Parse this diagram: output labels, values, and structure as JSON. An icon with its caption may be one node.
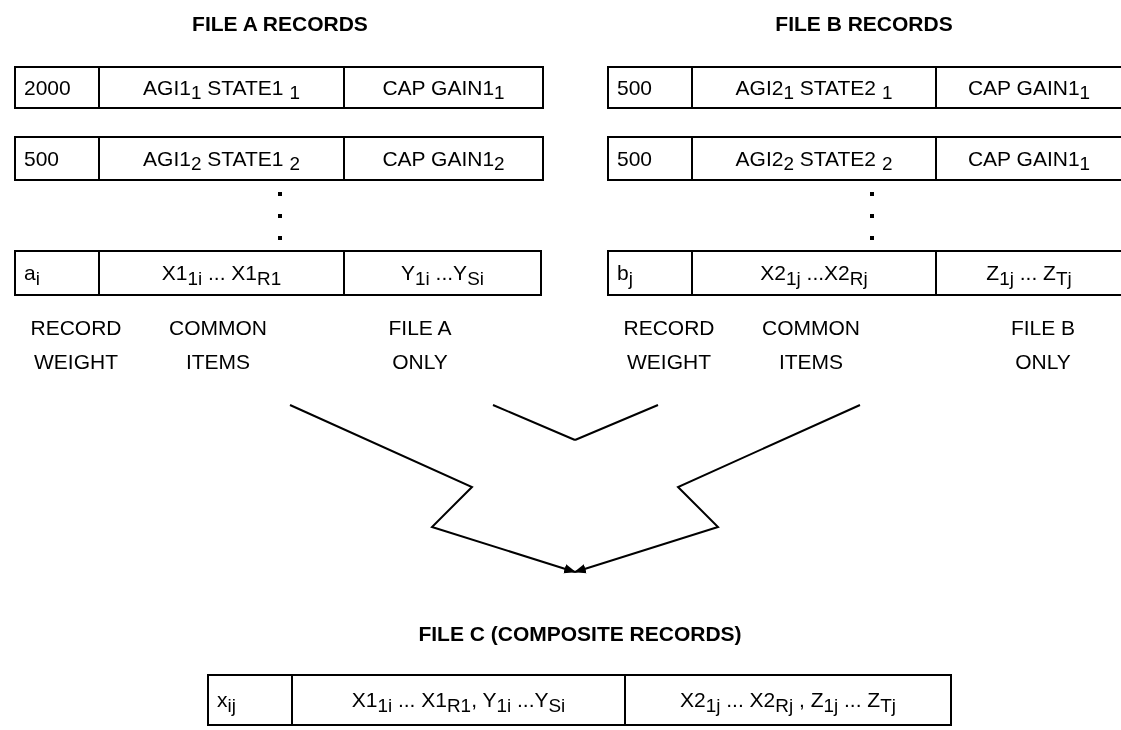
{
  "diagram": {
    "nodes": [
      {
        "text": [
          "FILE A RECORDS",
          "RECORD WEIGHT",
          "COMMON ITEMS",
          "FILE A ONLY"
        ]
      },
      {
        "text": [
          "2000",
          "AGI1$_{1}$ STATE1 $_{1}$",
          "CAP GAIN1$_{1}$"
        ]
      },
      {
        "text": [
          "500",
          "AGI1$_{2}$ STATE1 $_{2}$",
          "CAP GAIN1$_{2}$"
        ]
      },
      {
        "text": [
          "a$_{i}$",
          "X1$_{1i}$ ... X1$_{R1}$",
          "Y$_{1i}$ ...Y$_{Si}$"
        ]
      },
      {
        "text": [
          "FILE B RECORDS",
          "RECORD WEIGHT",
          "COMMON ITEMS",
          "FILE B ONLY"
        ]
      },
      {
        "text": [
          "500",
          "AGI2$_{1}$ STATE2 $_{1}$",
          "CAP GAIN1$_{1}$"
        ]
      },
      {
        "text": [
          "500",
          "AGI2$_{2}$ STATE2 $_{2}$",
          "CAP GAIN1$_{1}$"
        ]
      },
      {
        "text": [
          "b$_{j}$",
          "X2$_{1j}$ ...X2$_{Rj}$",
          "Z$_{1j}$ ... Z$_{Tj}$"
        ]
      },
      {
        "text": [
          "FILE C (COMPOSITE RECORDS)"
        ]
      },
      {
        "text": [
          "x$_{ij}$",
          "X1$_{1i}$ ... X1$_{R1}$, Y$_{1i}$ ...Y$_{Si}$",
          "X2$_{1j}$ ... X2$_{Rj}$ , Z$_{1j}$ ... Z$_{Tj}$"
        ]
      }
    ],
    "edges": [
      {
        "from": 0,
        "to": 8,
        "arrow": "to"
      },
      {
        "from": 4,
        "to": 8,
        "arrow": "to"
      }
    ]
  }
}
